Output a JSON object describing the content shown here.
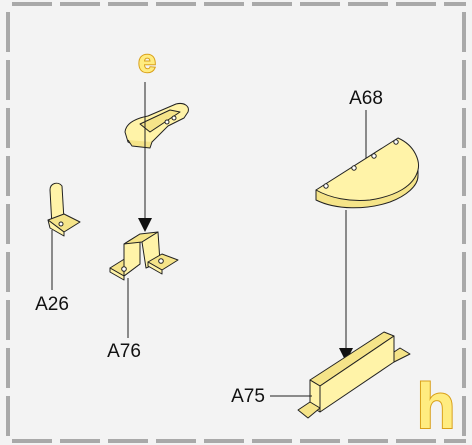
{
  "diagram": {
    "step_marker": "e",
    "panel_letter": "h",
    "parts": {
      "a26": "A26",
      "a76": "A76",
      "a68": "A68",
      "a75": "A75"
    },
    "colors": {
      "part_fill": "#fff3a8",
      "part_shade": "#f5e489",
      "panel_bg": "#f3f3f3",
      "frame_dash": "#a9a9a9",
      "outline": "#222222",
      "letter_fill": "#ffec80",
      "letter_stroke": "#d9a01a"
    }
  }
}
